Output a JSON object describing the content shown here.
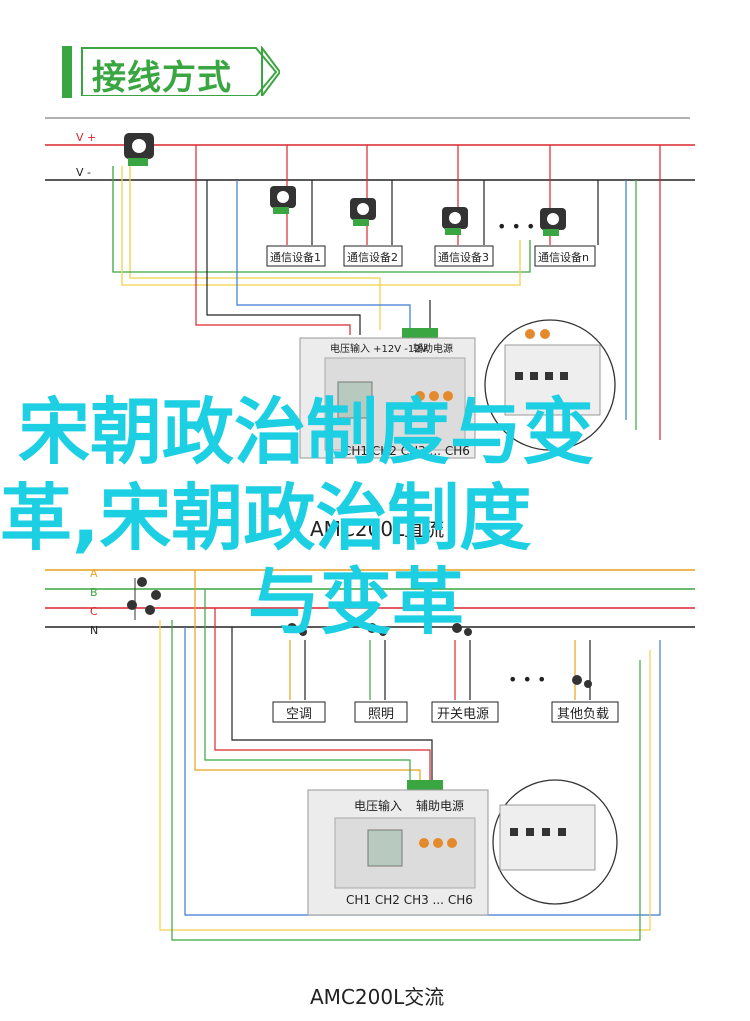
{
  "header": {
    "title": "接线方式"
  },
  "top_section": {
    "rails": [
      {
        "label": "V +",
        "color": "#d9272e"
      },
      {
        "label": "V -",
        "color": "#222222"
      }
    ],
    "devices": [
      "通信设备1",
      "通信设备2",
      "通信设备3",
      "通信设备n"
    ],
    "ellipsis": "• • •",
    "meter_top_label": "电压输入 +12V -12V",
    "meter_aux_label": "辅助电源",
    "channel_label": "CH1 CH2 CH3 ... CH6",
    "model_label": "AMC200L直流"
  },
  "bottom_section": {
    "rails": [
      {
        "label": "A",
        "color": "#e8a21c"
      },
      {
        "label": "B",
        "color": "#3aa641"
      },
      {
        "label": "C",
        "color": "#d9272e"
      },
      {
        "label": "N",
        "color": "#222222"
      }
    ],
    "loads": [
      "空调",
      "照明",
      "开关电源",
      "其他负载"
    ],
    "ellipsis": "• • •",
    "meter_top_label": "电压输入",
    "meter_aux_label": "辅助电源",
    "channel_label": "CH1 CH2 CH3 ... CH6",
    "model_label": "AMC200L交流"
  },
  "overlay": {
    "line1": "宋朝政治制度与变",
    "line2": "革,宋朝政治制度",
    "line3": "与变革"
  },
  "colors": {
    "accent": "#3aa641",
    "overlay": "#1ccfe2",
    "wire_yellow": "#f2d04a",
    "wire_green": "#3aa641",
    "wire_red": "#d9272e",
    "wire_blue": "#3b7bd2"
  }
}
